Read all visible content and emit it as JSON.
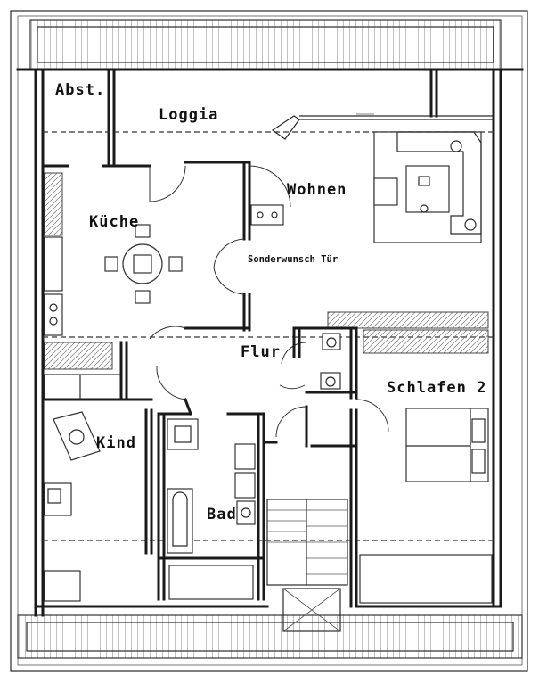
{
  "rooms": {
    "abst": "Abst.",
    "loggia": "Loggia",
    "wohnen": "Wohnen",
    "kueche": "Küche",
    "sonderwunsch": "Sonderwunsch Tür",
    "flur": "Flur",
    "schlafen": "Schlafen 2",
    "kind": "Kind",
    "bad": "Bad"
  }
}
